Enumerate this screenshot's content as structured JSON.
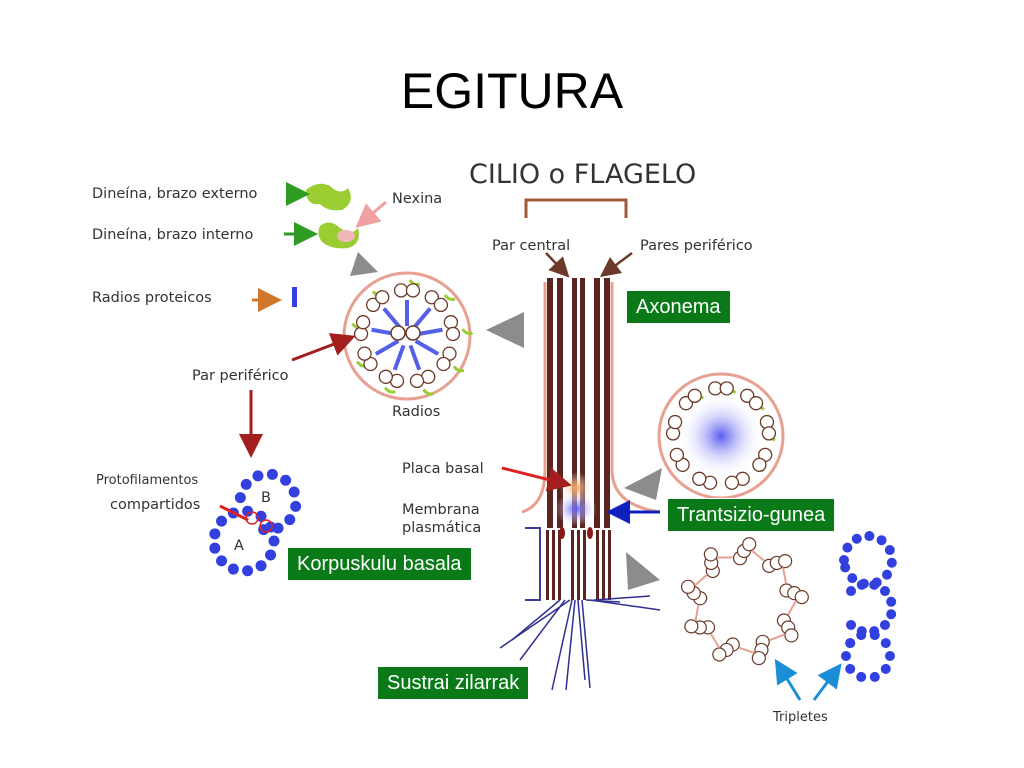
{
  "slide": {
    "title": "EGITURA"
  },
  "diagram": {
    "heading": "CILIO o FLAGELO",
    "labels": {
      "dynein_outer": "Dineína, brazo externo",
      "dynein_inner": "Dineína, brazo interno",
      "nexin": "Nexina",
      "central_pair": "Par central",
      "peripheral_pairs": "Pares periférico",
      "radial_spokes": "Radios proteicos",
      "peripheral_pair": "Par periférico",
      "spokes": "Radios",
      "protofilaments_1": "Protofilamentos",
      "protofilaments_2": "compartidos",
      "tubule_a": "A",
      "tubule_b": "B",
      "basal_plate": "Placa basal",
      "membrane_1": "Membrana",
      "membrane_2": "plasmática",
      "triplets": "Tripletes"
    },
    "callouts": {
      "axonema": "Axonema",
      "transition_zone": "Trantsizio-gunea",
      "basal_body": "Korpuskulu basala",
      "rootlets": "Sustrai zilarrak"
    },
    "colors": {
      "callout_bg": "#0a7a19",
      "tubule_blue": "#3340e0",
      "membrane_pink": "#e8a090",
      "dynein_green": "#9acd32",
      "arrow_red": "#a51e1e",
      "arrow_gray": "#8c8c8c",
      "arrow_blue": "#1a8fd8"
    }
  }
}
